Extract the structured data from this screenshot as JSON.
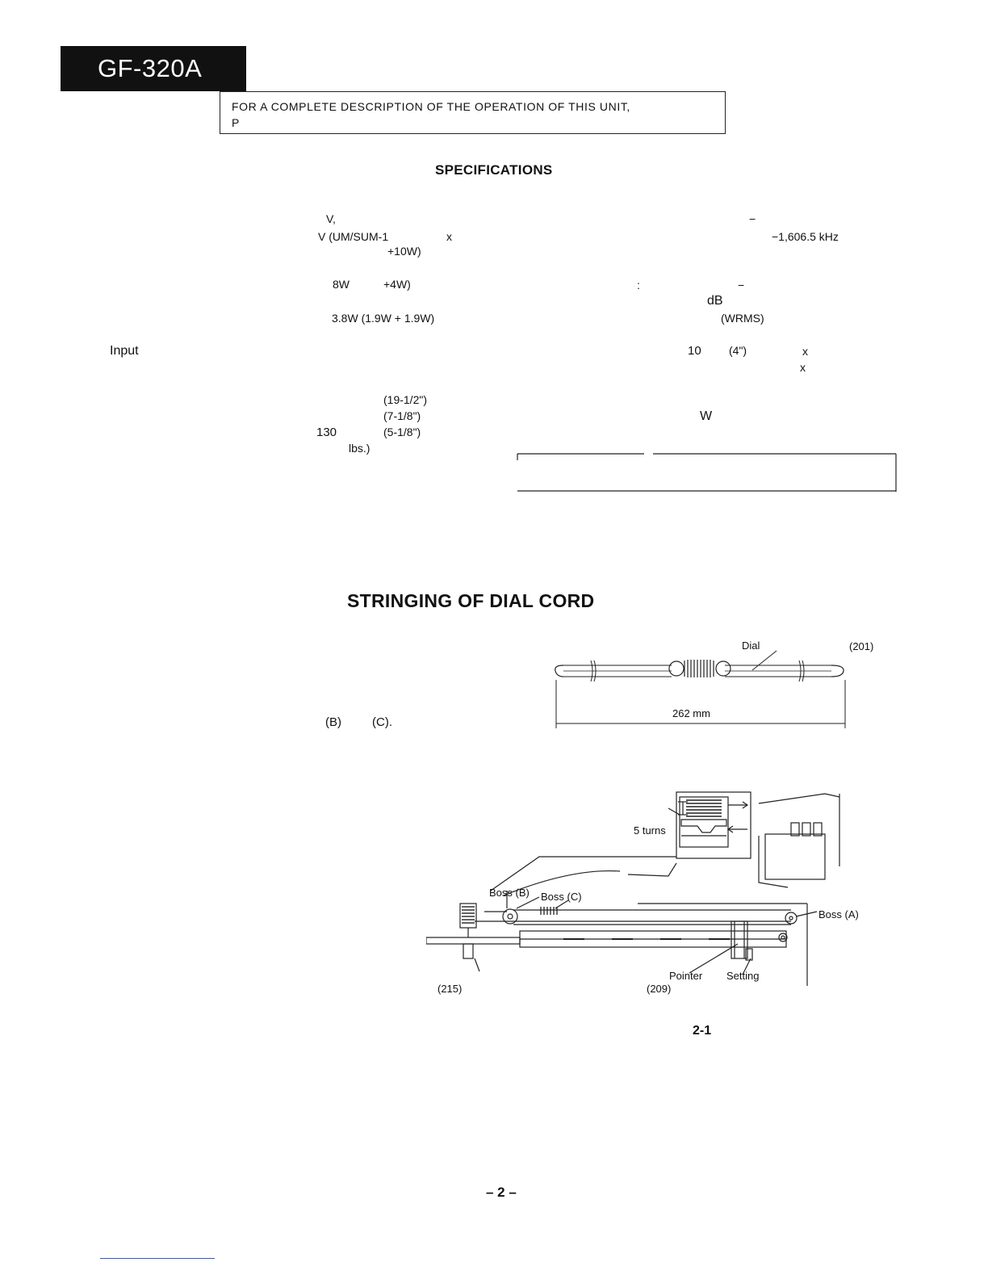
{
  "header": {
    "model": "GF-320A",
    "notice_line1": "FOR A COMPLETE DESCRIPTION OF THE OPERATION OF THIS UNIT,",
    "notice_line2": "P"
  },
  "specifications": {
    "title": "SPECIFICATIONS",
    "left_col": [
      "V,",
      "V (UM/SUM-1",
      "x",
      "+10W)",
      "8W",
      "+4W)",
      "3.8W (1.9W + 1.9W)",
      "(19-1/2\")",
      "(7-1/8\")",
      "130",
      "(5-1/8\")",
      "lbs.)"
    ],
    "input_label": "Input",
    "right_col": [
      "−",
      "−1,606.5 kHz",
      ":",
      "−",
      "dB",
      "(WRMS)",
      "10",
      "(4\")",
      "x",
      "x",
      "W"
    ]
  },
  "stringing": {
    "title": "STRINGING OF DIAL CORD",
    "boss_ref_b": "(B)",
    "boss_ref_c": "(C).",
    "dial_cord_label": "Dial",
    "dial_cord_part": "(201)",
    "length_label": "262 mm",
    "turns_label": "5 turns",
    "boss_a": "Boss (A)",
    "boss_b": "Boss (B)",
    "boss_c": "Boss (C)",
    "pointer_label": "Pointer",
    "setting_label": "Setting",
    "part_215": "(215)",
    "part_209": "(209)",
    "figure_label": "2-1"
  },
  "footer": {
    "page_number": "– 2 –"
  }
}
